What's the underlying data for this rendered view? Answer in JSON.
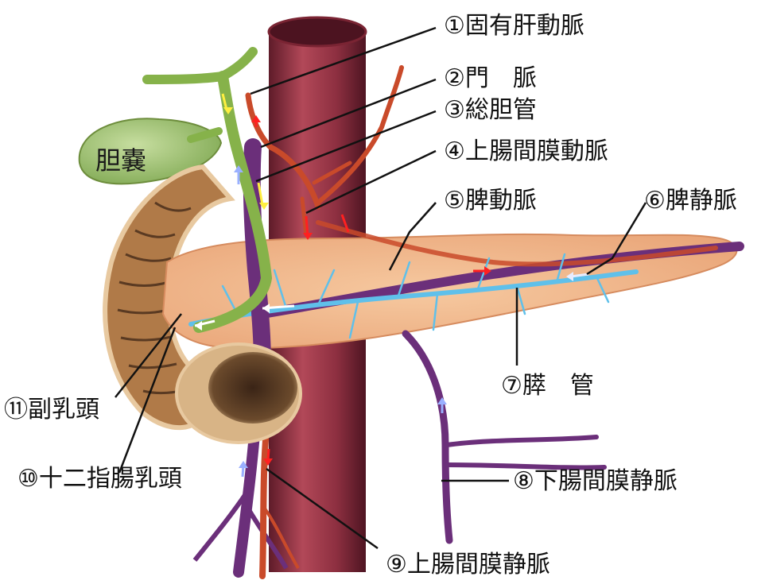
{
  "labels": {
    "hepatic_artery": "①固有肝動脈",
    "portal_vein": "②門　脈",
    "common_bile_duct": "③総胆管",
    "sma": "④上腸間膜動脈",
    "splenic_artery": "⑤脾動脈",
    "splenic_vein": "⑥脾静脈",
    "pancreatic_duct": "⑦膵　管",
    "imv": "⑧下腸間膜静脈",
    "smv": "⑨上腸間膜静脈",
    "major_papilla": "⑩十二指腸乳頭",
    "minor_papilla": "⑪副乳頭",
    "gallbladder": "胆嚢"
  },
  "colors": {
    "aorta": "#8e2f3f",
    "artery": "#c94a2a",
    "vein": "#6b2f7a",
    "bile": "#86b24a",
    "pancreas": "#f1b98c",
    "duct": "#5fc0ea",
    "duodenum": "#cfa673"
  }
}
